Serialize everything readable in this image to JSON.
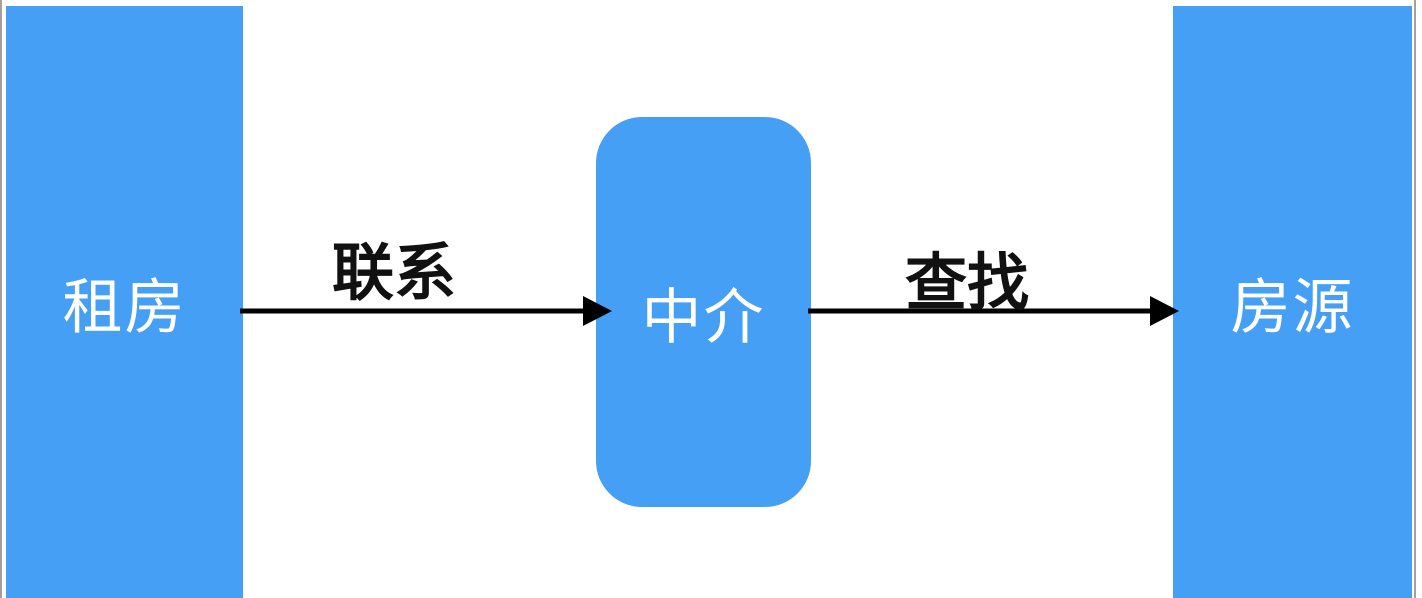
{
  "nodes": {
    "tenant": "租房",
    "agent": "中介",
    "housing": "房源"
  },
  "edges": [
    {
      "from": "租房",
      "to": "中介",
      "label": "联系"
    },
    {
      "from": "中介",
      "to": "房源",
      "label": "查找"
    }
  ],
  "colors": {
    "box": "#459ff5",
    "arrow": "#000000"
  }
}
